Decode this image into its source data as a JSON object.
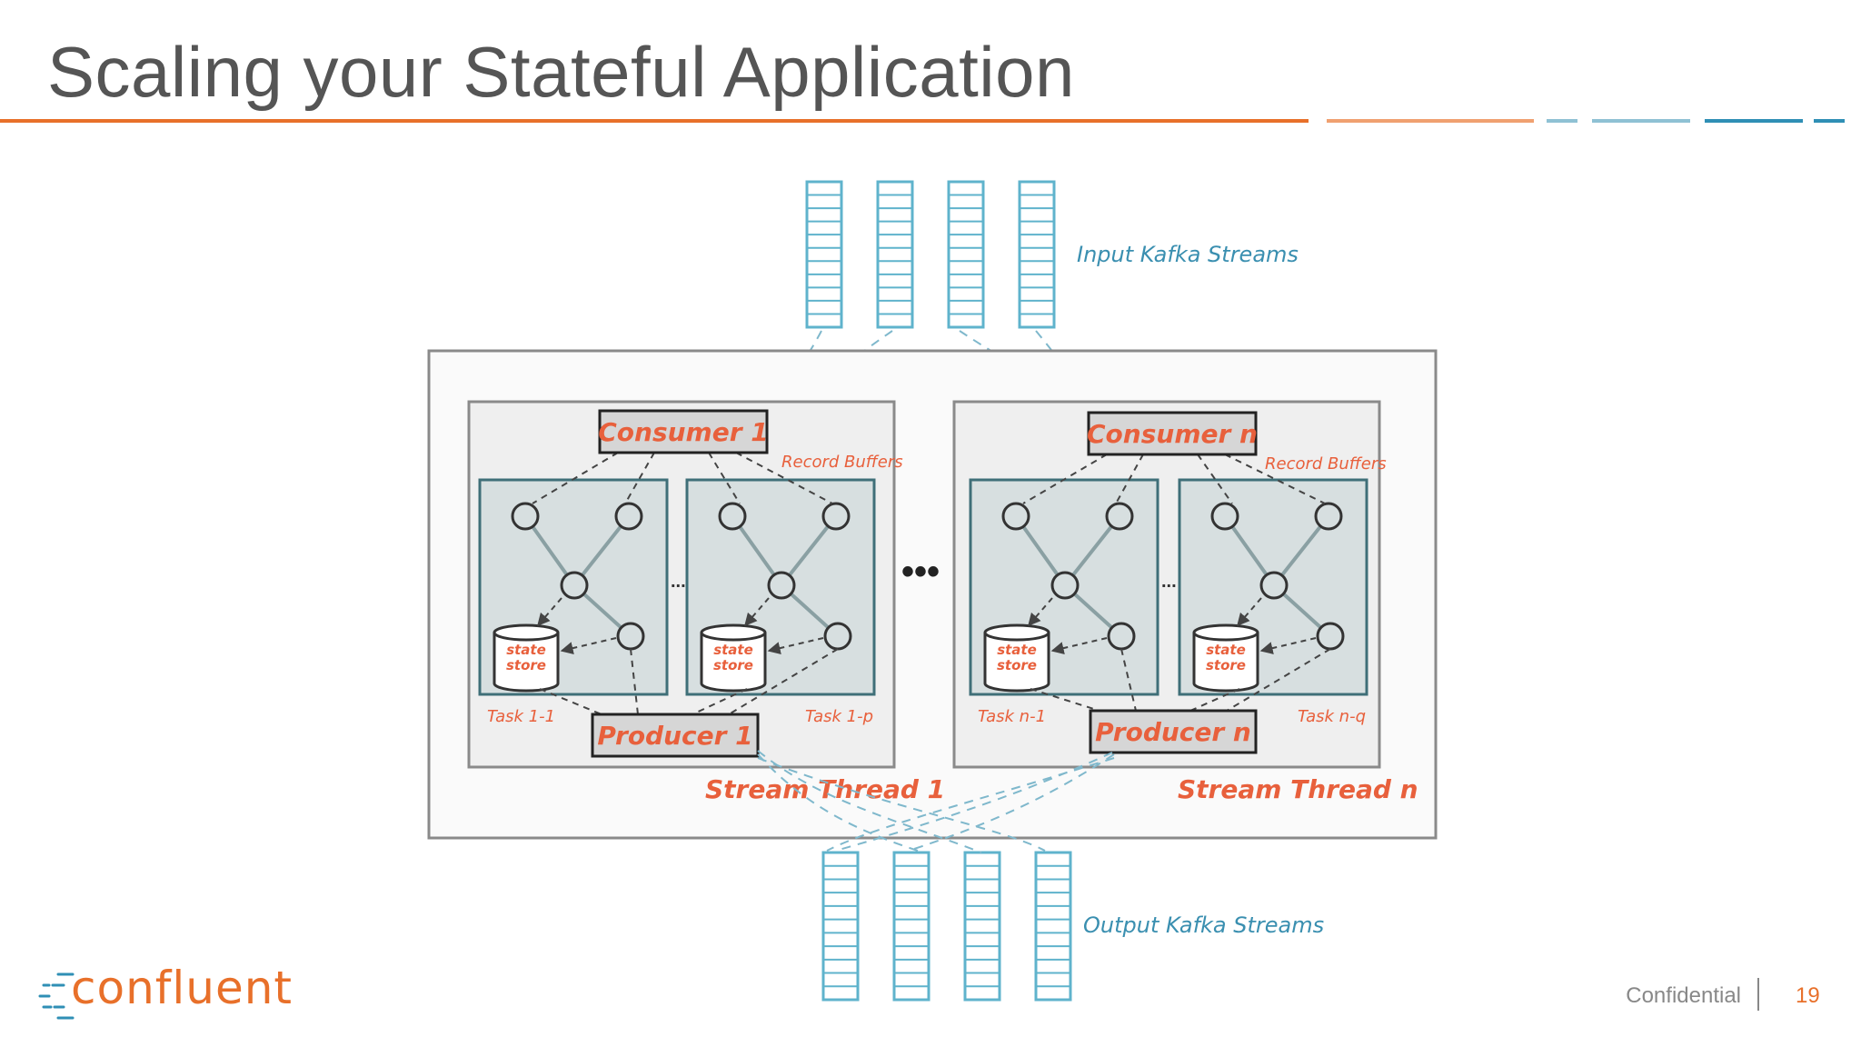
{
  "slide": {
    "title": "Scaling your Stateful Application",
    "page_number": "19",
    "confidential": "Confidential",
    "logo_text": "confluent"
  },
  "colors": {
    "orange": "#e8702a",
    "orange_light": "#f0a070",
    "blue": "#8fc1d4",
    "blue_dark": "#2f8fb5",
    "stream_blue": "#5fb3cc",
    "label_blue": "#3a8fb0",
    "hand_red": "#e8603c",
    "box_fill": "#dcdcdc",
    "task_fill": "#d7dfe0",
    "task_border": "#3f6f78"
  },
  "diagram": {
    "input_label": "Input Kafka Streams",
    "output_label": "Output Kafka Streams",
    "ellipsis_big": "•••",
    "threads": [
      {
        "consumer": "Consumer 1",
        "producer": "Producer 1",
        "thread_label": "Stream Thread 1",
        "record_buffers": "Record Buffers",
        "tasks": [
          {
            "label": "Task 1-1",
            "store": [
              "state",
              "store"
            ]
          },
          {
            "label": "Task 1-p",
            "store": [
              "state",
              "store"
            ]
          }
        ],
        "task_ellipsis": "..."
      },
      {
        "consumer": "Consumer n",
        "producer": "Producer n",
        "thread_label": "Stream Thread n",
        "record_buffers": "Record Buffers",
        "tasks": [
          {
            "label": "Task n-1",
            "store": [
              "state",
              "store"
            ]
          },
          {
            "label": "Task n-q",
            "store": [
              "state",
              "store"
            ]
          }
        ],
        "task_ellipsis": "..."
      }
    ]
  }
}
